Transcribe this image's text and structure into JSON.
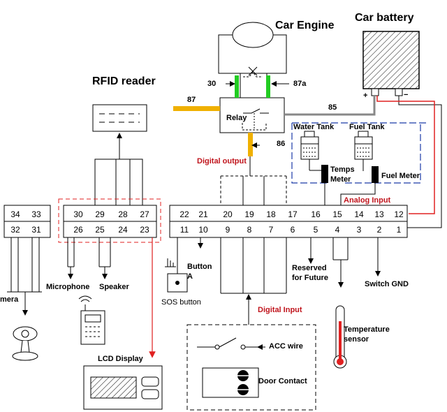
{
  "titles": {
    "car_engine": "Car Engine",
    "car_battery": "Car battery",
    "rfid_reader": "RFID reader"
  },
  "relay": {
    "label": "Relay",
    "pin30": "30",
    "pin87a": "87a",
    "pin87": "87",
    "pin85": "85",
    "pin86": "86"
  },
  "battery": {
    "plus": "+",
    "minus": "−"
  },
  "tanks": {
    "water_tank": "Water Tank",
    "fuel_tank": "Fuel Tank",
    "temps_meter_1": "Temps",
    "temps_meter_2": "Meter",
    "fuel_meter": "Fuel Meter"
  },
  "section_labels": {
    "digital_output": "Digital output",
    "analog_input": "Analog Input",
    "digital_input": "Digital Input"
  },
  "camera_connector": {
    "top": [
      "34",
      "33"
    ],
    "bottom": [
      "32",
      "31"
    ]
  },
  "rfid_connector": {
    "top": [
      "30",
      "29",
      "28",
      "27"
    ],
    "bottom": [
      "26",
      "25",
      "24",
      "23"
    ]
  },
  "main_connector": {
    "top": [
      "22",
      "21",
      "20",
      "19",
      "18",
      "17",
      "16",
      "15",
      "14",
      "13",
      "12"
    ],
    "bottom": [
      "11",
      "10",
      "9",
      "8",
      "7",
      "6",
      "5",
      "4",
      "3",
      "2",
      "1"
    ]
  },
  "peripherals": {
    "camera": "mera",
    "microphone": "Microphone",
    "speaker": "Speaker",
    "sos_button": "SOS button",
    "button_a_1": "Button",
    "button_a_2": "A",
    "lcd_display": "LCD Display",
    "reserved_1": "Reserved",
    "reserved_2": "for Future",
    "switch_gnd": "Switch GND",
    "temp_sensor_1": "Temperature",
    "temp_sensor_2": "sensor",
    "acc_wire": "ACC wire",
    "door_contact": "Door Contact"
  },
  "colors": {
    "green": "#22cc22",
    "orange": "#f0b000",
    "red": "#e02020",
    "blue": "#1a3aa8",
    "text_red": "#c0141c"
  }
}
